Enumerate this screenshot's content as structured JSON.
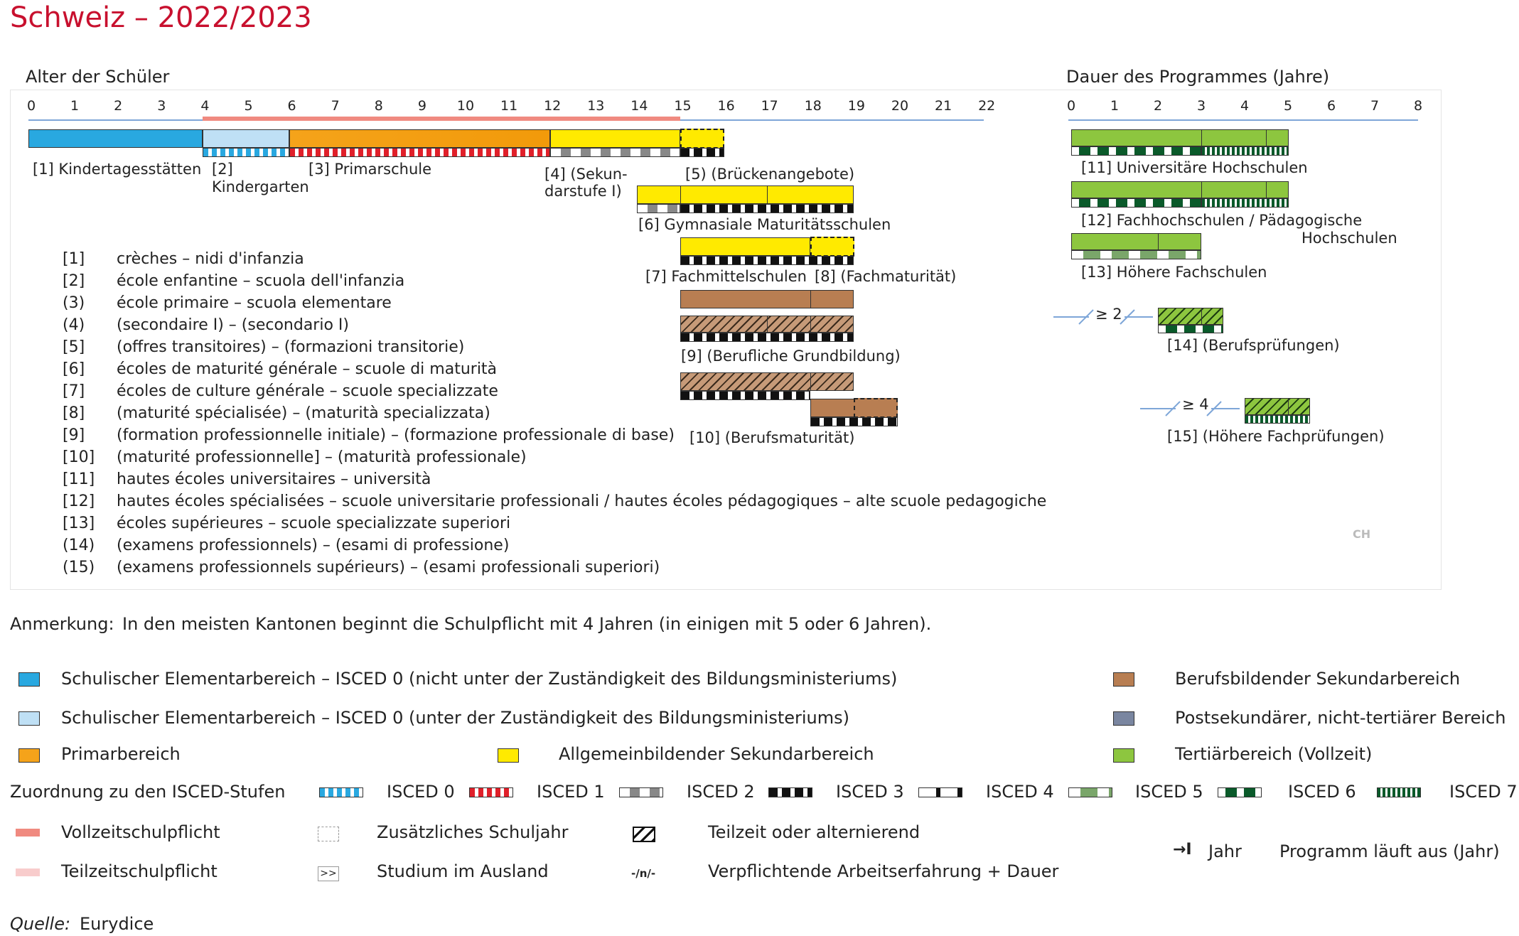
{
  "title": "Schweiz – 2022/2023",
  "age_axis": {
    "label": "Alter der Schüler",
    "ticks": [
      "0",
      "1",
      "2",
      "3",
      "4",
      "5",
      "6",
      "7",
      "8",
      "9",
      "10",
      "11",
      "12",
      "13",
      "14",
      "15",
      "16",
      "17",
      "18",
      "19",
      "20",
      "21",
      "22"
    ]
  },
  "duration_axis": {
    "label": "Dauer des Programmes (Jahre)",
    "ticks": [
      "0",
      "1",
      "2",
      "3",
      "4",
      "5",
      "6",
      "7",
      "8"
    ]
  },
  "programmes": {
    "p1": "[1] Kindertagesstätten",
    "p2a": "[2]",
    "p2b": "Kindergarten",
    "p3": "[3] Primarschule",
    "p4a": "[4] (Sekun-",
    "p4b": "darstufe I)",
    "p5": "[5) (Brückenangebote)",
    "p6": "[6] Gymnasiale Maturitätsschulen",
    "p7": "[7] Fachmittelschulen",
    "p8": "[8] (Fachmaturität)",
    "p9": "[9] (Berufliche Grundbildung)",
    "p10": "[10] (Berufsmaturität)",
    "p11": "[11] Universitäre Hochschulen",
    "p12a": "[12] Fachhochschulen / Pädagogische",
    "p12b": "Hochschulen",
    "p13": "[13] Höhere Fachschulen",
    "p14": "[14] (Berufsprüfungen)",
    "p15": "[15] (Höhere Fachprüfungen)",
    "min14": "≥ 2",
    "min15": "≥ 4"
  },
  "country_code": "CH",
  "translations": [
    {
      "num": "[1]",
      "text": "crèches – nidi d'infanzia"
    },
    {
      "num": "[2]",
      "text": "école enfantine – scuola dell'infanzia"
    },
    {
      "num": "(3)",
      "text": "école primaire – scuola elementare"
    },
    {
      "num": "(4)",
      "text": "(secondaire I)  –  (secondario I)"
    },
    {
      "num": "[5]",
      "text": "(offres transitoires) – (formazioni transitorie)"
    },
    {
      "num": "[6]",
      "text": "écoles de maturité générale – scuole di maturità"
    },
    {
      "num": "[7]",
      "text": "écoles de culture générale – scuole specializzate"
    },
    {
      "num": "[8]",
      "text": "(maturité spécialisée) – (maturità specializzata)"
    },
    {
      "num": "[9]",
      "text": "(formation professionnelle initiale) – (formazione professionale di base)"
    },
    {
      "num": "[10]",
      "text": "(maturité professionnelle] –  (maturità professionale)"
    },
    {
      "num": "[11]",
      "text": "hautes écoles universitaires – università"
    },
    {
      "num": "[12]",
      "text": "hautes écoles spécialisées – scuole universitarie professionali / hautes écoles pédagogiques –  alte scuole pedagogiche"
    },
    {
      "num": "[13]",
      "text": "écoles supérieures – scuole specializzate superiori"
    },
    {
      "num": "(14)",
      "text": "(examens professionnels) – (esami di professione)"
    },
    {
      "num": "(15)",
      "text": "(examens professionnels supérieurs) – (esami professionali superiori)"
    }
  ],
  "note": {
    "label": "Anmerkung:",
    "text": "In den meisten Kantonen beginnt die Schulpflicht mit 4 Jahren (in einigen mit 5 oder 6 Jahren)."
  },
  "legend": {
    "ecec_outside": "Schulischer Elementarbereich – ISCED 0 (nicht unter der Zuständigkeit des Bildungsministeriums)",
    "ecec_inside": "Schulischer Elementarbereich – ISCED 0 (unter der Zuständigkeit des Bildungsministeriums)",
    "primary": "Primarbereich",
    "general_secondary": "Allgemeinbildender Sekundarbereich",
    "vocational_secondary": "Berufsbildender Sekundarbereich",
    "post_secondary": "Postsekundärer, nicht-tertiärer Bereich",
    "tertiary": "Tertiärbereich (Vollzeit)",
    "isced_mapping": "Zuordnung zu den ISCED-Stufen",
    "isced": [
      "ISCED 0",
      "ISCED 1",
      "ISCED 2",
      "ISCED 3",
      "ISCED 4",
      "ISCED 5",
      "ISCED 6",
      "ISCED 7"
    ],
    "full_time_compulsory": "Vollzeitschulpflicht",
    "part_time_compulsory": "Teilzeitschulpflicht",
    "extra_year": "Zusätzliches Schuljahr",
    "study_abroad": "Studium im Ausland",
    "study_abroad_symbol": ">>",
    "part_time": "Teilzeit oder alternierend",
    "work_experience": "Verpflichtende Arbeitserfahrung + Dauer",
    "work_experience_symbol": "-/n/-",
    "year_symbol": "Jahr",
    "phasing_out": "Programm läuft aus (Jahr)"
  },
  "source": {
    "label": "Quelle:",
    "text": "Eurydice"
  },
  "colors": {
    "title": "#c8102e",
    "ecec_outside": "#29a8e0",
    "ecec_inside": "#bfe0f5",
    "primary": "#f5a31a",
    "general_secondary": "#ffea00",
    "vocational_secondary": "#b87e52",
    "post_secondary": "#7a86a0",
    "tertiary": "#8dc63f",
    "full_time_compulsory": "#f08a80",
    "part_time_compulsory": "#f8cccc"
  }
}
